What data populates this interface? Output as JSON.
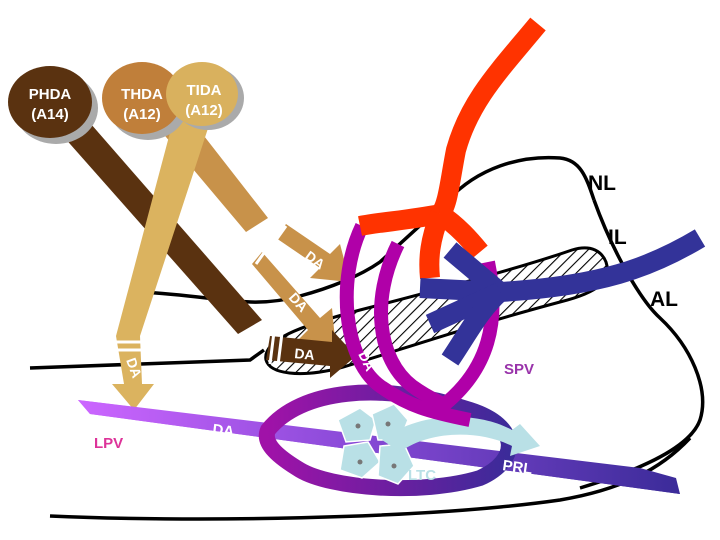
{
  "nodes": {
    "phda": {
      "name": "PHDA",
      "sub": "(A14)",
      "color": "#5a3210"
    },
    "thda": {
      "name": "THDA",
      "sub": "(A12)",
      "color": "#c07f3a"
    },
    "tida": {
      "name": "TIDA",
      "sub": "(A12)",
      "color": "#d9b15e"
    }
  },
  "regions": {
    "nl": "NL",
    "il": "IL",
    "al": "AL"
  },
  "vessels": {
    "lpv": "LPV",
    "spv": "SPV",
    "ltc": "LTC",
    "prl": "PRL"
  },
  "transmitter": {
    "da": "DA"
  },
  "colors": {
    "artery": "#ff3300",
    "vein": "#333399",
    "portal": "#b000a8",
    "lpv_start": "#cc66ff",
    "lpv_end": "#3b2b99",
    "lactotroph": "#b9e0e6",
    "lpv_text": "#dd3399",
    "spv_text": "#9933aa"
  }
}
